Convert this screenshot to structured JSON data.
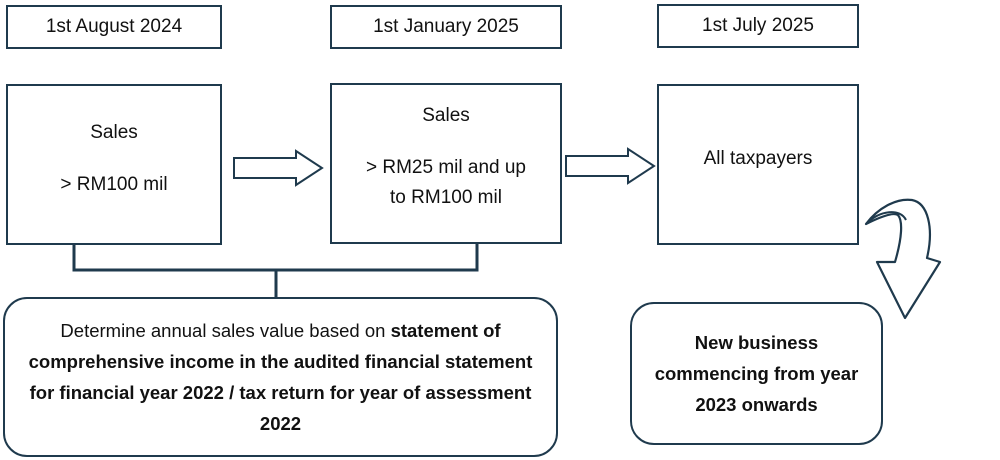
{
  "phases": [
    {
      "date": "1st August 2024",
      "lines": [
        "Sales",
        "> RM100 mil"
      ]
    },
    {
      "date": "1st January 2025",
      "lines": [
        "Sales",
        "> RM25 mil and up",
        "to RM100 mil"
      ]
    },
    {
      "date": "1st July 2025",
      "lines": [
        "All taxpayers"
      ]
    }
  ],
  "note_left": {
    "regular": "Determine annual sales value based on ",
    "bold": "statement of comprehensive income in the audited financial statement for financial year 2022 / tax return for year of assessment 2022"
  },
  "note_right": "New business commencing from year 2023 onwards"
}
